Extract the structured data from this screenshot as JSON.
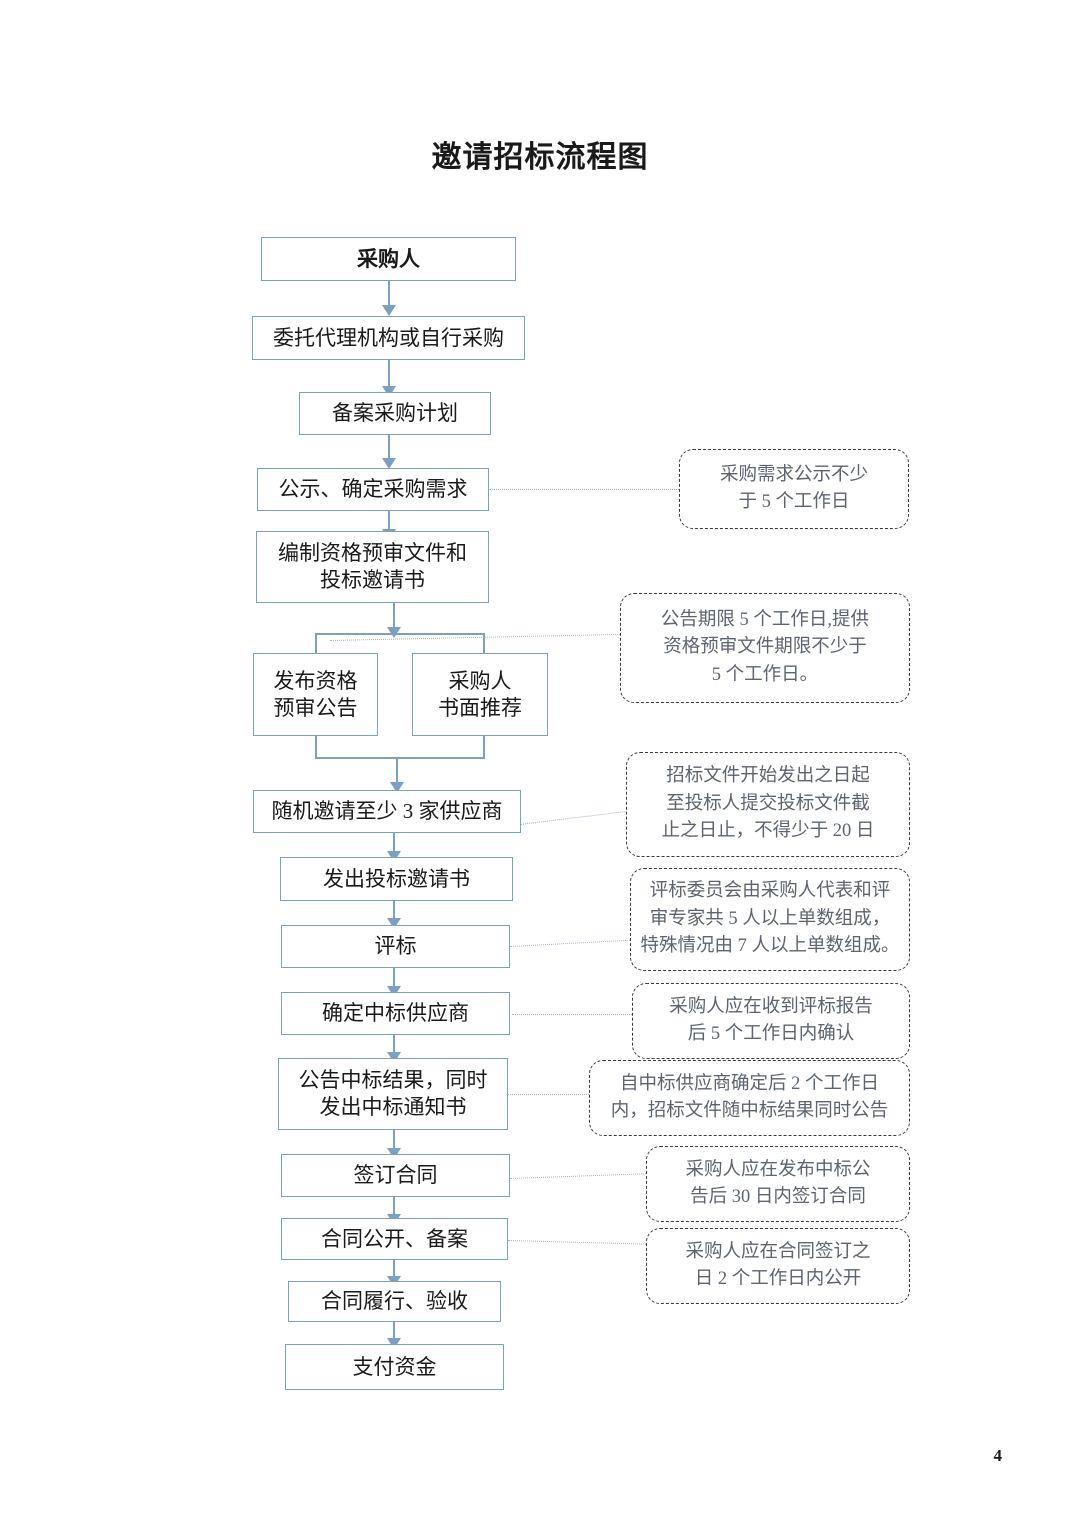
{
  "document": {
    "title": "邀请招标流程图",
    "page_number": "4"
  },
  "colors": {
    "box_border": "#7ba0c4",
    "connector": "#7ba0c4",
    "note_border": "#3a3a3a",
    "note_text": "#5d6470",
    "leader": "#9fb6cf",
    "background": "#ffffff"
  },
  "flow": {
    "nodes": [
      {
        "id": "n1",
        "label": "采购人"
      },
      {
        "id": "n2",
        "label": "委托代理机构或自行采购"
      },
      {
        "id": "n3",
        "label": "备案采购计划"
      },
      {
        "id": "n4",
        "label": "公示、确定采购需求"
      },
      {
        "id": "n5",
        "label": "编制资格预审文件和\n投标邀请书"
      },
      {
        "id": "n6a",
        "label": "发布资格\n预审公告"
      },
      {
        "id": "n6b",
        "label": "采购人\n书面推荐"
      },
      {
        "id": "n7",
        "label": "随机邀请至少 3 家供应商"
      },
      {
        "id": "n8",
        "label": "发出投标邀请书"
      },
      {
        "id": "n9",
        "label": "评标"
      },
      {
        "id": "n10",
        "label": "确定中标供应商"
      },
      {
        "id": "n11",
        "label": "公告中标结果，同时\n发出中标通知书"
      },
      {
        "id": "n12",
        "label": "签订合同"
      },
      {
        "id": "n13",
        "label": "合同公开、备案"
      },
      {
        "id": "n14",
        "label": "合同履行、验收"
      },
      {
        "id": "n15",
        "label": "支付资金"
      }
    ],
    "notes": [
      {
        "id": "note1",
        "attached_to": "n4",
        "text": "采购需求公示不少\n于 5 个工作日"
      },
      {
        "id": "note2",
        "attached_to": "n6a",
        "text": "公告期限 5 个工作日,提供\n资格预审文件期限不少于\n5 个工作日。"
      },
      {
        "id": "note3",
        "attached_to": "n7",
        "text": "招标文件开始发出之日起\n至投标人提交投标文件截\n止之日止，不得少于 20 日"
      },
      {
        "id": "note4",
        "attached_to": "n9",
        "text": "评标委员会由采购人代表和评\n审专家共 5 人以上单数组成，\n特殊情况由 7 人以上单数组成。"
      },
      {
        "id": "note5",
        "attached_to": "n10",
        "text": "采购人应在收到评标报告\n后 5 个工作日内确认"
      },
      {
        "id": "note6",
        "attached_to": "n11",
        "text": "自中标供应商确定后 2 个工作日\n内，招标文件随中标结果同时公告"
      },
      {
        "id": "note7",
        "attached_to": "n12",
        "text": "采购人应在发布中标公\n告后 30 日内签订合同"
      },
      {
        "id": "note8",
        "attached_to": "n13",
        "text": "采购人应在合同签订之\n日 2 个工作日内公开"
      }
    ]
  }
}
